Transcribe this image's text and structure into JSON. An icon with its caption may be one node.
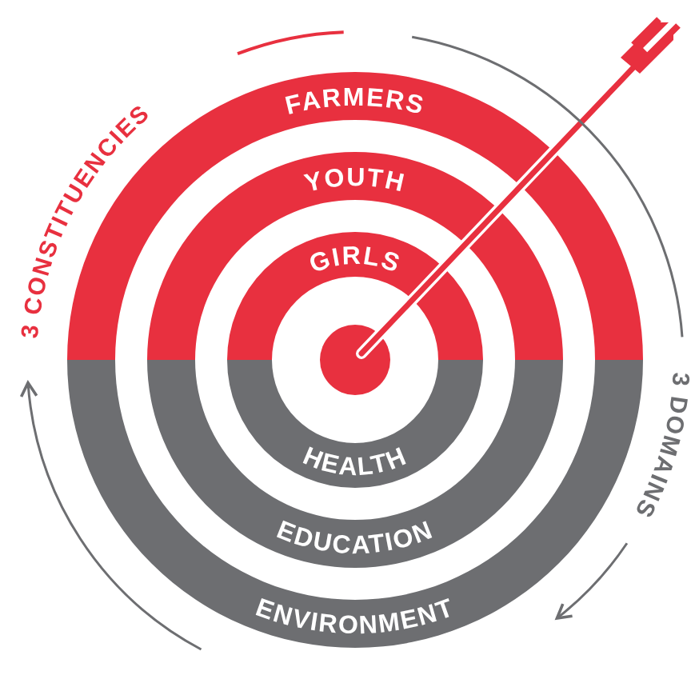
{
  "diagram": {
    "nodes": [
      {
        "text": [
          "FARMERS"
        ]
      },
      {
        "text": [
          "YOUTH"
        ]
      },
      {
        "text": [
          "GIRLS"
        ]
      },
      {
        "text": [],
        "shape": "circle"
      },
      {
        "text": [
          "HEALTH"
        ]
      },
      {
        "text": [
          "EDUCATION"
        ]
      },
      {
        "text": [
          "ENVIRONMENT"
        ]
      }
    ],
    "edges": [],
    "labels": [
      "3 CONSTITUENCIES",
      "3 DOMAINS"
    ]
  }
}
